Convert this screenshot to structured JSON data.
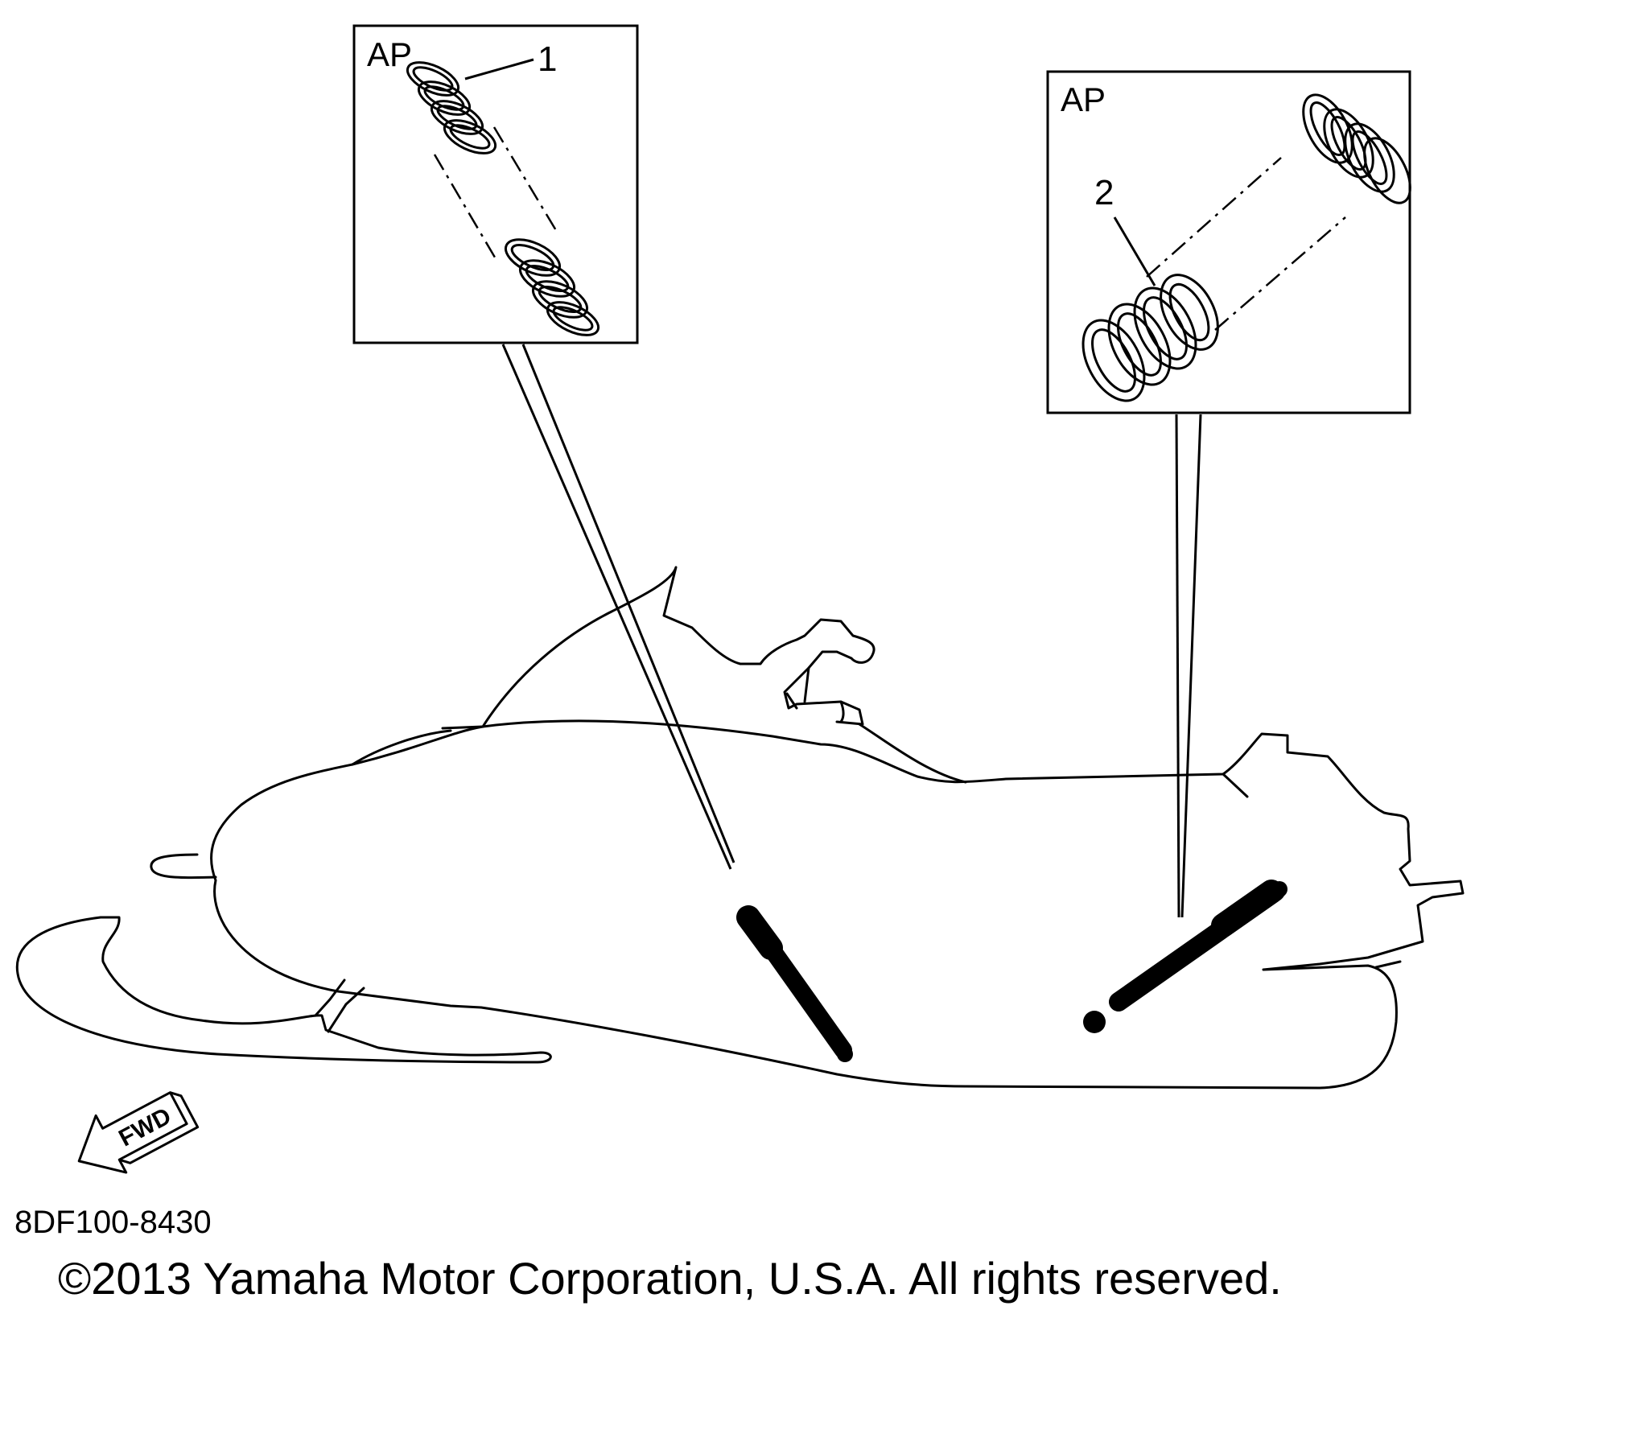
{
  "diagram": {
    "detail_boxes": [
      {
        "tag": "AP",
        "callout": "1"
      },
      {
        "tag": "AP",
        "callout": "2"
      }
    ],
    "direction_label": "FWD",
    "part_code": "8DF100-8430",
    "copyright": "©2013 Yamaha Motor Corporation, U.S.A. All rights reserved.",
    "line_color": "#000000",
    "background_color": "#ffffff"
  }
}
